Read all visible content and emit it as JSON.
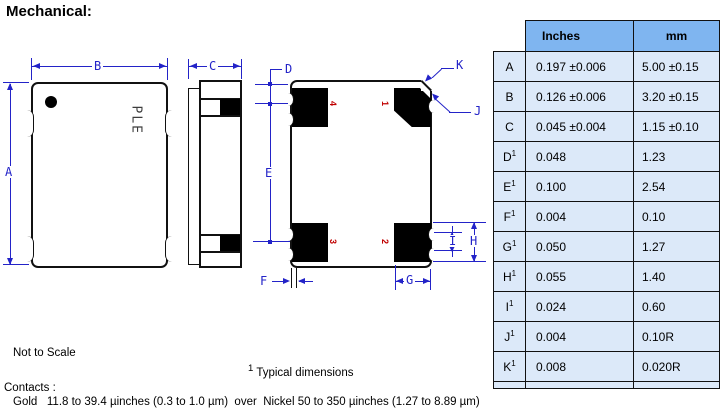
{
  "title": "Mechanical:",
  "drawing": {
    "marking": "PLE",
    "dims": {
      "A": "A",
      "B": "B",
      "C": "C",
      "D": "D",
      "E": "E",
      "F": "F",
      "G": "G",
      "H": "H",
      "I": "I",
      "J": "J",
      "K": "K"
    },
    "pins": {
      "p1": "1",
      "p2": "2",
      "p3": "3",
      "p4": "4"
    }
  },
  "table": {
    "header": {
      "inches": "Inches",
      "mm": "mm"
    },
    "rows": [
      {
        "dim": "A",
        "sup": "",
        "inches": "0.197 ±0.006",
        "mm": "5.00 ±0.15"
      },
      {
        "dim": "B",
        "sup": "",
        "inches": "0.126 ±0.006",
        "mm": "3.20 ±0.15"
      },
      {
        "dim": "C",
        "sup": "",
        "inches": "0.045 ±0.004",
        "mm": "1.15 ±0.10"
      },
      {
        "dim": "D",
        "sup": "1",
        "inches": "0.048",
        "mm": "1.23"
      },
      {
        "dim": "E",
        "sup": "1",
        "inches": "0.100",
        "mm": "2.54"
      },
      {
        "dim": "F",
        "sup": "1",
        "inches": "0.004",
        "mm": "0.10"
      },
      {
        "dim": "G",
        "sup": "1",
        "inches": "0.050",
        "mm": "1.27"
      },
      {
        "dim": "H",
        "sup": "1",
        "inches": "0.055",
        "mm": "1.40"
      },
      {
        "dim": "I",
        "sup": "1",
        "inches": "0.024",
        "mm": "0.60"
      },
      {
        "dim": "J",
        "sup": "1",
        "inches": "0.004",
        "mm": "0.10R"
      },
      {
        "dim": "K",
        "sup": "1",
        "inches": "0.008",
        "mm": "0.020R"
      }
    ]
  },
  "notes": {
    "not_to_scale": "Not to Scale",
    "typical_sup": "1",
    "typical_text": " Typical dimensions",
    "contacts_label": "Contacts :",
    "contacts_detail": "Gold   11.8 to 39.4 µinches (0.3 to 1.0 µm)  over  Nickel 50 to 350 µinches (1.27 to 8.89 µm)"
  },
  "colors": {
    "dimension_blue": "#2323c8",
    "pin_red": "#c00000",
    "table_header_bg": "#7fb5f0",
    "table_row_bg": "#dce9f9"
  }
}
